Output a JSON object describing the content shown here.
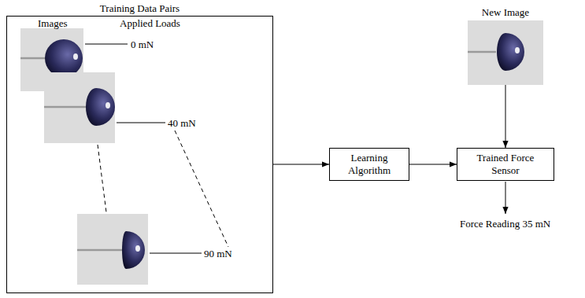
{
  "diagram": {
    "nodes": [
      {
        "text": [
          "Training Data Pairs"
        ]
      },
      {
        "text": [
          "Learning Algorithm"
        ]
      },
      {
        "text": [
          "Trained Force Sensor"
        ]
      },
      {
        "text": [
          "New Image"
        ]
      }
    ],
    "edges": [
      {
        "from": 0,
        "to": 1,
        "arrow": "to"
      },
      {
        "from": 1,
        "to": 2,
        "arrow": "to"
      },
      {
        "from": 3,
        "to": 2,
        "arrow": "to"
      }
    ],
    "labels": [
      "Images",
      "Applied Loads",
      "0 mN",
      "40 mN",
      "90 mN",
      "Force Reading 35 mN"
    ]
  }
}
